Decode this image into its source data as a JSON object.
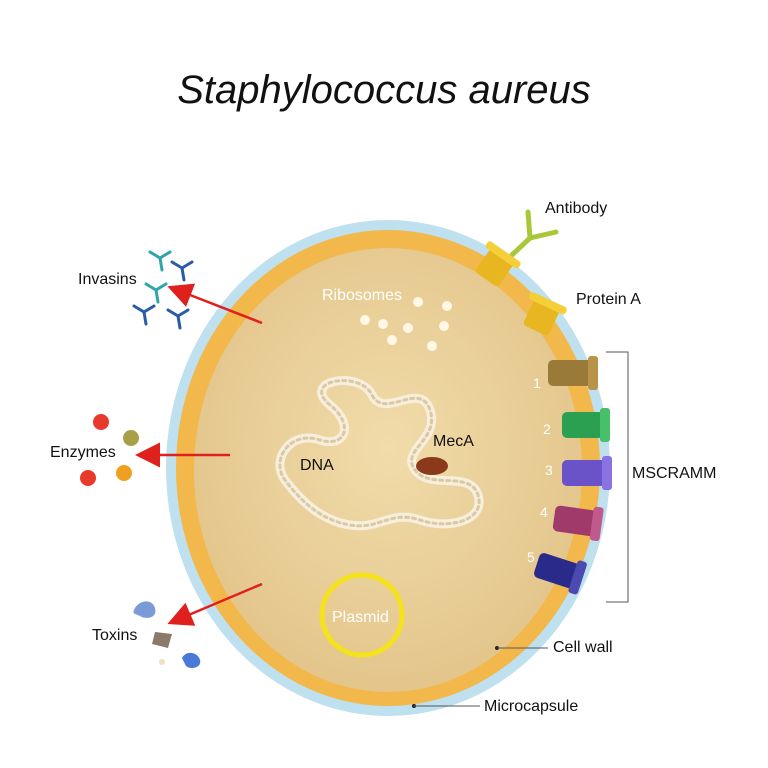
{
  "title": "Staphylococcus aureus",
  "labels": {
    "antibody": "Antibody",
    "protein_a": "Protein A",
    "mscramm": "MSCRAMM",
    "invasins": "Invasins",
    "enzymes": "Enzymes",
    "toxins": "Toxins",
    "ribosomes": "Ribosomes",
    "dna": "DNA",
    "meca": "MecA",
    "plasmid": "Plasmid",
    "cell_wall": "Cell wall",
    "microcapsule": "Microcapsule"
  },
  "mscramm_numbers": [
    "1",
    "2",
    "3",
    "4",
    "5"
  ],
  "colors": {
    "microcapsule": "#bfe0ef",
    "cell_wall": "#f2b84b",
    "cytoplasm": "#e8cf95",
    "arrow": "#e0201c",
    "plasmid": "#f5e21a"
  }
}
